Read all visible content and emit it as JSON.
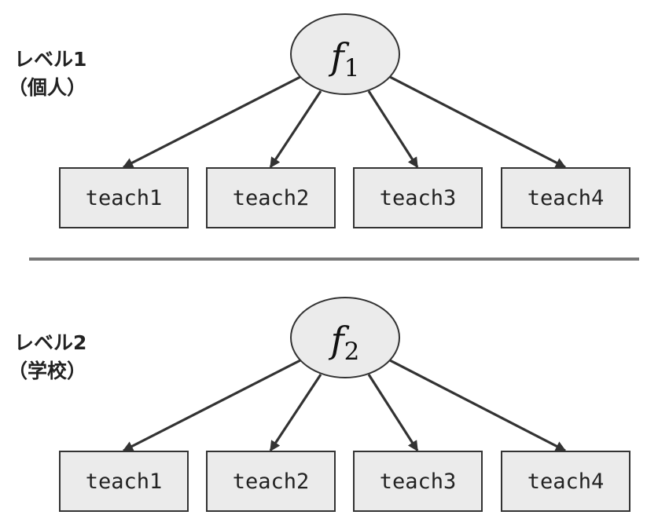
{
  "levels": [
    {
      "title_line1": "レベル1",
      "title_line2": "（個人）",
      "factor": {
        "symbol": "f",
        "subscript": "1"
      },
      "indicators": [
        "teach1",
        "teach2",
        "teach3",
        "teach4"
      ]
    },
    {
      "title_line1": "レベル2",
      "title_line2": "（学校）",
      "factor": {
        "symbol": "f",
        "subscript": "2"
      },
      "indicators": [
        "teach1",
        "teach2",
        "teach3",
        "teach4"
      ]
    }
  ],
  "colors": {
    "node_fill": "#ebebeb",
    "stroke": "#333333",
    "divider": "#777777"
  }
}
